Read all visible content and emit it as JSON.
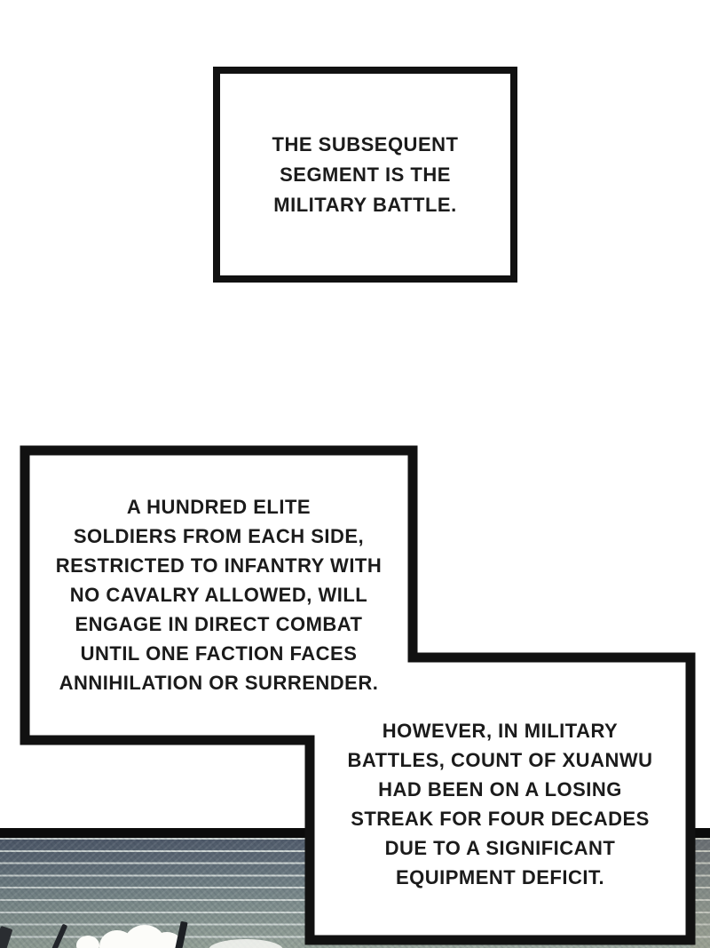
{
  "page": {
    "paper_color": "#ffffff",
    "ink_color": "#111111",
    "text_color": "#1b1b1b"
  },
  "caption_box": {
    "lines": [
      "THE SUBSEQUENT",
      "SEGMENT IS THE",
      "MILITARY BATTLE."
    ]
  },
  "speech_left": {
    "lines": [
      "A HUNDRED ELITE",
      "SOLDIERS FROM EACH SIDE,",
      "RESTRICTED TO INFANTRY WITH",
      "NO CAVALRY ALLOWED, WILL",
      "ENGAGE IN DIRECT COMBAT",
      "UNTIL ONE FACTION FACES",
      "ANNIHILATION OR SURRENDER."
    ]
  },
  "speech_right": {
    "lines": [
      "HOWEVER, IN MILITARY",
      "BATTLES, COUNT OF XUANWU",
      "HAD BEEN ON A LOSING",
      "STREAK FOR FOUR DECADES",
      "DUE TO A SIGNIFICANT",
      "EQUIPMENT DEFICIT."
    ]
  },
  "photo_panel": {
    "top_bar_color": "#0b0b0b",
    "band_top_color": "#4d5868",
    "band_mid_color": "#6f7e83",
    "band_bottom_color": "#93a096",
    "stripe_line_color": "#ccd4d2",
    "blossom_color": "#fcfcf9",
    "branch_color": "#22252a"
  }
}
